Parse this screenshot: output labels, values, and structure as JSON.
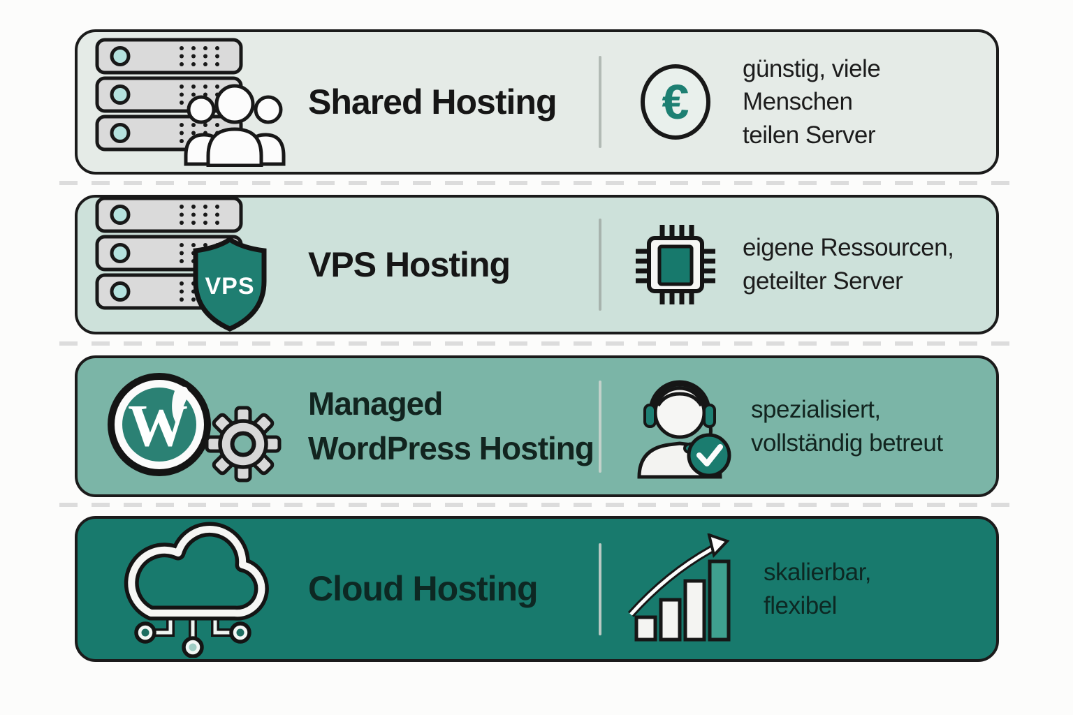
{
  "infographic": {
    "theme": "hosting-types-comparison",
    "accent_color": "#1d7f72",
    "outline_color": "#1b1b1b",
    "page_background": "#fcfcfb",
    "separator_color": "#dcdcdc"
  },
  "rows": [
    {
      "name": "shared-hosting",
      "title": "Shared Hosting",
      "description": [
        "günstig, viele Menschen",
        "teilen Server"
      ],
      "left_icon": "server-stack-users-icon",
      "right_icon": "euro-coin-icon",
      "euro_symbol": "€",
      "colors": {
        "background": "#e5ebe7",
        "title": "#161616",
        "description": "#1c1c1c",
        "divider": "#b2bab5"
      }
    },
    {
      "name": "vps-hosting",
      "title": "VPS Hosting",
      "shield_label": "VPS",
      "description": [
        "eigene Ressourcen,",
        "geteilter Server"
      ],
      "left_icon": "server-stack-vps-shield-icon",
      "right_icon": "cpu-chip-icon",
      "colors": {
        "background": "#cde1da",
        "title": "#161616",
        "description": "#1c1c1c",
        "divider": "#a7b3ad"
      }
    },
    {
      "name": "managed-wordpress-hosting",
      "title_lines": [
        "Managed",
        "WordPress Hosting"
      ],
      "wordpress_letter": "W",
      "description": [
        "spezialisiert,",
        "vollständig betreut"
      ],
      "left_icon": "wordpress-gear-icon",
      "right_icon": "support-agent-check-icon",
      "colors": {
        "background": "#7bb5a7",
        "title": "#12241f",
        "description": "#12241f",
        "divider": "#c2d1ca"
      }
    },
    {
      "name": "cloud-hosting",
      "title": "Cloud Hosting",
      "description": [
        "skalierbar,",
        "flexibel"
      ],
      "left_icon": "cloud-network-icon",
      "right_icon": "growth-chart-icon",
      "colors": {
        "background": "#187a6d",
        "title": "#0d2823",
        "description": "#0d2823",
        "divider": "#b8c9c3"
      }
    }
  ]
}
